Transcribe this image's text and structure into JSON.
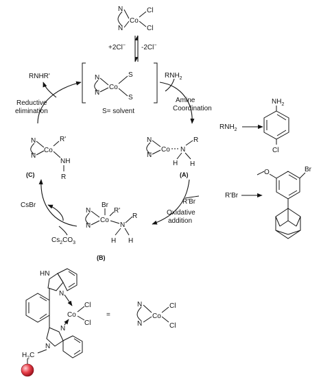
{
  "colors": {
    "ink": "#111111",
    "bead": "#e8404a"
  },
  "atoms": {
    "N": "N",
    "Co": "Co",
    "Cl": "Cl",
    "S": "S",
    "H": "H",
    "R": "R",
    "R_prime": "R'",
    "Br": "Br",
    "O": "O",
    "HN": "HN",
    "NH": "NH",
    "NH2": "NH",
    "sub2": "2",
    "CH2": "H",
    "C": "C"
  },
  "labels": {
    "ligand_add": "+2Cl",
    "ligand_remove": "-2Cl",
    "minus_sup": "−",
    "solvent_note": "S= solvent",
    "rnh2_top": "RNH",
    "amine_coord_1": "Amine",
    "amine_coord_2": "Coordination",
    "reductive_1": "Reductive",
    "reductive_2": "elimination",
    "rnhr": "RNHR'",
    "rbr_mid": "R'Br",
    "oxidative_1": "Oxidative",
    "oxidative_2": "addition",
    "csbr": "CsBr",
    "cs2co3_a": "Cs",
    "cs2co3_b": "CO",
    "cs2co3_c": "3",
    "rnh2_right": "RNH",
    "rbr_right": "R'Br",
    "equals": "="
  },
  "compound_labels": {
    "A": "(A)",
    "B": "(B)",
    "C": "(C)"
  }
}
